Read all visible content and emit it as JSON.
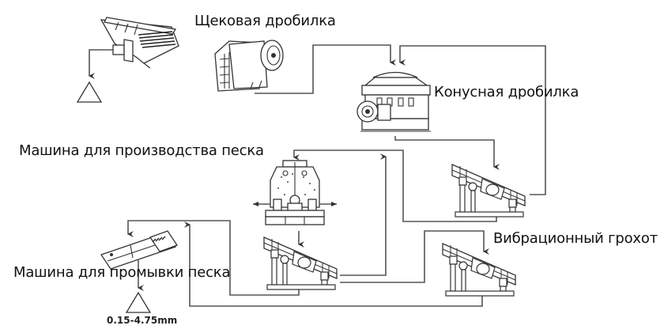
{
  "diagram": {
    "title": "",
    "type": "process-flow",
    "nodes": [
      {
        "id": "vibrating-feeder",
        "label": ""
      },
      {
        "id": "feeder-stockpile",
        "label": ""
      },
      {
        "id": "jaw-crusher",
        "label": "Щековая дробилка"
      },
      {
        "id": "cone-crusher",
        "label": "Конусная дробилка"
      },
      {
        "id": "sand-making-machine",
        "label": "Машина для производства песка"
      },
      {
        "id": "vibrating-screen-1",
        "label": ""
      },
      {
        "id": "vibrating-screen-2",
        "label": ""
      },
      {
        "id": "vibrating-screen-3",
        "label": "Вибрационный грохот"
      },
      {
        "id": "sand-washing-machine",
        "label": "Машина для промывки песка"
      },
      {
        "id": "product-stockpile",
        "label": "0.15-4.75mm"
      }
    ],
    "edges": [
      {
        "from": "vibrating-feeder",
        "to": "feeder-stockpile"
      },
      {
        "from": "jaw-crusher",
        "to": "cone-crusher"
      },
      {
        "from": "vibrating-screen-1",
        "to": "cone-crusher"
      },
      {
        "from": "cone-crusher",
        "to": "vibrating-screen-1"
      },
      {
        "from": "vibrating-screen-1",
        "to": "sand-making-machine"
      },
      {
        "from": "sand-making-machine",
        "to": "vibrating-screen-2"
      },
      {
        "from": "vibrating-screen-2",
        "to": "sand-making-machine"
      },
      {
        "from": "vibrating-screen-2",
        "to": "vibrating-screen-3"
      },
      {
        "from": "vibrating-screen-2",
        "to": "sand-washing-machine"
      },
      {
        "from": "vibrating-screen-3",
        "to": "sand-washing-machine"
      },
      {
        "from": "sand-washing-machine",
        "to": "product-stockpile"
      }
    ]
  },
  "labels": {
    "jaw_crusher": "Щековая дробилка",
    "cone_crusher": "Конусная дробилка",
    "sand_maker": "Машина для производства песка",
    "vibrating_screen": "Вибрационный грохот",
    "sand_washer": "Машина для промывки песка",
    "product_size": "0.15-4.75mm"
  }
}
